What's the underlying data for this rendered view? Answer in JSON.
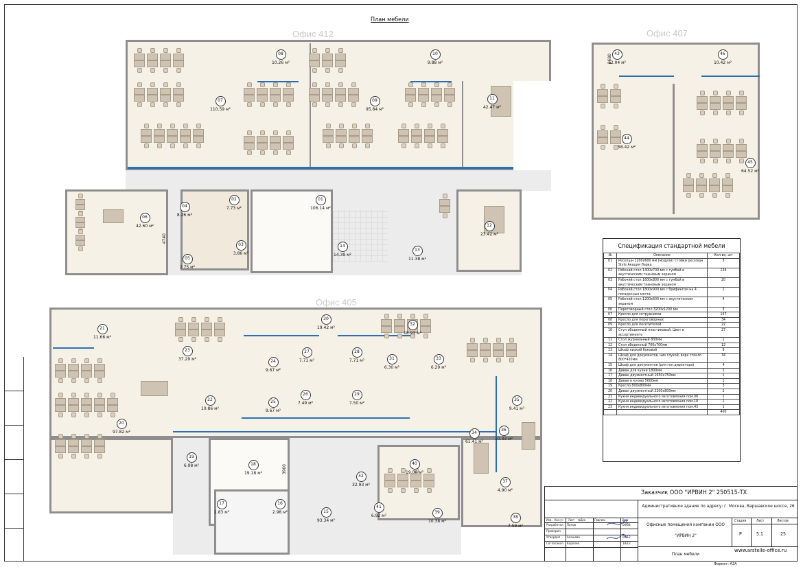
{
  "plan": {
    "title": "План мебели",
    "offices": {
      "o412": "Офис 412",
      "o407": "Офис 407",
      "o405": "Офис 405"
    },
    "dimensions": [
      "2680",
      "4740",
      "3900"
    ],
    "rooms": [
      {
        "no": "07",
        "area": "110.59 м²"
      },
      {
        "no": "08",
        "area": "10.26 м²"
      },
      {
        "no": "09",
        "area": "95.84 м²"
      },
      {
        "no": "10",
        "area": "9.88 м²"
      },
      {
        "no": "11",
        "area": "42.47 м²"
      },
      {
        "no": "43",
        "area": "12.04 м²"
      },
      {
        "no": "46",
        "area": "10.42 м²"
      },
      {
        "no": "44",
        "area": "58.42 м²"
      },
      {
        "no": "45",
        "area": "64.52 м²"
      },
      {
        "no": "06",
        "area": "42.60 м²"
      },
      {
        "no": "04",
        "area": "8.26 м²"
      },
      {
        "no": "02",
        "area": "7.73 м²"
      },
      {
        "no": "03",
        "area": "3.86 м²"
      },
      {
        "no": "05",
        "area": "2.75 м²"
      },
      {
        "no": "01",
        "area": "106.14 м²"
      },
      {
        "no": "14",
        "area": "14.39 м²"
      },
      {
        "no": "13",
        "area": "11.38 м²"
      },
      {
        "no": "12",
        "area": "23.42 м²"
      },
      {
        "no": "21",
        "area": "11.66 м²"
      },
      {
        "no": "23",
        "area": "37.29 м²"
      },
      {
        "no": "24",
        "area": "9.67 м²"
      },
      {
        "no": "27",
        "area": "7.71 м²"
      },
      {
        "no": "30",
        "area": "19.42 м²"
      },
      {
        "no": "28",
        "area": "7.71 м²"
      },
      {
        "no": "32",
        "area": "18.93 м²"
      },
      {
        "no": "31",
        "area": "6.30 м²"
      },
      {
        "no": "33",
        "area": "6.29 м²"
      },
      {
        "no": "22",
        "area": "10.86 м²"
      },
      {
        "no": "25",
        "area": "9.67 м²"
      },
      {
        "no": "26",
        "area": "7.49 м²"
      },
      {
        "no": "29",
        "area": "7.50 м²"
      },
      {
        "no": "20",
        "area": "97.82 м²"
      },
      {
        "no": "35",
        "area": "9.41 м²"
      },
      {
        "no": "36",
        "area": "10.33 м²"
      },
      {
        "no": "34",
        "area": "61.41 м²"
      },
      {
        "no": "19",
        "area": "6.98 м²"
      },
      {
        "no": "18",
        "area": "19.18 м²"
      },
      {
        "no": "42",
        "area": "32.93 м²"
      },
      {
        "no": "40",
        "area": "19.00 м²"
      },
      {
        "no": "37",
        "area": "4.90 м²"
      },
      {
        "no": "17",
        "area": "2.83 м²"
      },
      {
        "no": "16",
        "area": "2.98 м²"
      },
      {
        "no": "15",
        "area": "93.34 м²"
      },
      {
        "no": "41",
        "area": "6.92 м²"
      },
      {
        "no": "39",
        "area": "10.38 м²"
      },
      {
        "no": "38",
        "area": "7.59 м²"
      }
    ]
  },
  "spec": {
    "title": "Спецификация стандартной мебели",
    "headers": [
      "№",
      "Описание",
      "Кол-во, шт"
    ],
    "rows": [
      [
        "01",
        "Ресепшн 1200х600 мм (модули) Стойки ресепшн Style Акация Ларка",
        "5"
      ],
      [
        "02",
        "Рабочий стол 1400х700 мм с тумбой и акустическим тканевым экраном",
        "136"
      ],
      [
        "03",
        "Рабочий стол 1600х800 мм с тумбой и акустическим тканевым экраном",
        "20"
      ],
      [
        "04",
        "Рабочий стол 1800х900 мм с брифингом на 4 посадочных места",
        "1"
      ],
      [
        "05",
        "Рабочий стол 1200х600 мм с акустическим экраном",
        "4"
      ],
      [
        "06",
        "Переговорный стол 3200х1200 мм",
        "3"
      ],
      [
        "07",
        "Кресло для сотрудников",
        "157"
      ],
      [
        "08",
        "Кресло для переговорных",
        "34"
      ],
      [
        "09",
        "Кресло для посетителей",
        "22"
      ],
      [
        "10",
        "Стул обеденный пластиковый, Цвет в ассортименте",
        "27"
      ],
      [
        "11",
        "Стол журнальный 800мм",
        "1"
      ],
      [
        "12",
        "Стол обеденный 700х700мм",
        "12"
      ],
      [
        "13",
        "Шкаф низкий боковой",
        "9"
      ],
      [
        "14",
        "Шкаф для документов, низ глухой, верх стекло 800*420мм",
        "34"
      ],
      [
        "15",
        "Шкаф для документов (для ген.директора)",
        "4"
      ],
      [
        "16",
        "Диван для кухни 1800мм",
        "1"
      ],
      [
        "17",
        "Диван двухместный 1650х750мм",
        "1"
      ],
      [
        "18",
        "Диван в кухню 5600мм",
        "1"
      ],
      [
        "19",
        "Кресло 800х800мм",
        "3"
      ],
      [
        "20",
        "Диван двухместный 2200х800мм",
        "2"
      ],
      [
        "21",
        "Кухня индивидуального изготовления пом.06",
        "1"
      ],
      [
        "22",
        "Кухня индивидуального изготовления пом.18",
        "1"
      ],
      [
        "23",
        "Кухня индивидуального изготовления пом.43",
        "1"
      ]
    ],
    "total": "400"
  },
  "stamp": {
    "customer": "Заказчик ООО \"ИРВИН 2\" 250515-ТХ",
    "address": "Административное здание по адресу: г. Москва, Варшавское шоссе, 26",
    "sheet_title_1": "Офисные помещения компании ООО",
    "sheet_title_2": "\"ИРВИН 2\"",
    "drawing": "План мебели",
    "site": "www.arstelle-office.ru",
    "col_headers": [
      "Изм.",
      "Кол.уч",
      "Лист",
      "№Док.",
      "Подпись",
      "Дата"
    ],
    "roles": [
      {
        "role": "Разработал",
        "name": "Попов",
        "date": "06/04"
      },
      {
        "role": "Проверил",
        "name": "",
        "date": ""
      },
      {
        "role": "Утвердил",
        "name": "Алешева",
        "date": "06/12"
      },
      {
        "role": "Согласовал",
        "name": "Королев",
        "date": "18/12"
      }
    ],
    "stage_h": "Стадия",
    "sheet_h": "Лист",
    "sheets_h": "Листов",
    "stage": "Р",
    "sheet": "5.1",
    "sheets": "25",
    "format": "Формат: А2А"
  }
}
